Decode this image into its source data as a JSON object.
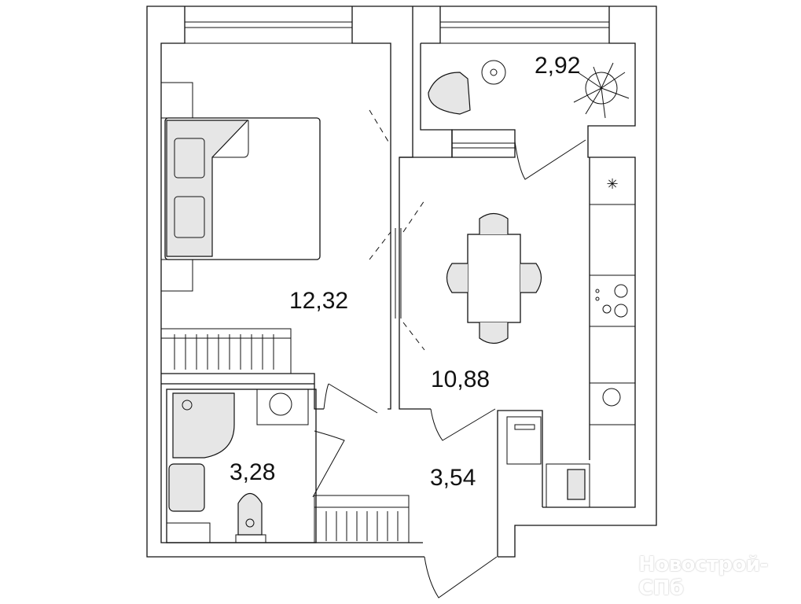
{
  "plan": {
    "rooms": [
      {
        "name": "bedroom",
        "area": "12,32"
      },
      {
        "name": "kitchen-living",
        "area": "10,88"
      },
      {
        "name": "balcony",
        "area": "2,92"
      },
      {
        "name": "bathroom",
        "area": "3,28"
      },
      {
        "name": "hallway",
        "area": "3,54"
      }
    ],
    "watermark": "Новострой-СПб",
    "colors": {
      "line": "#111111",
      "furniture_fill": "#e6e6e6",
      "background": "#ffffff"
    }
  }
}
